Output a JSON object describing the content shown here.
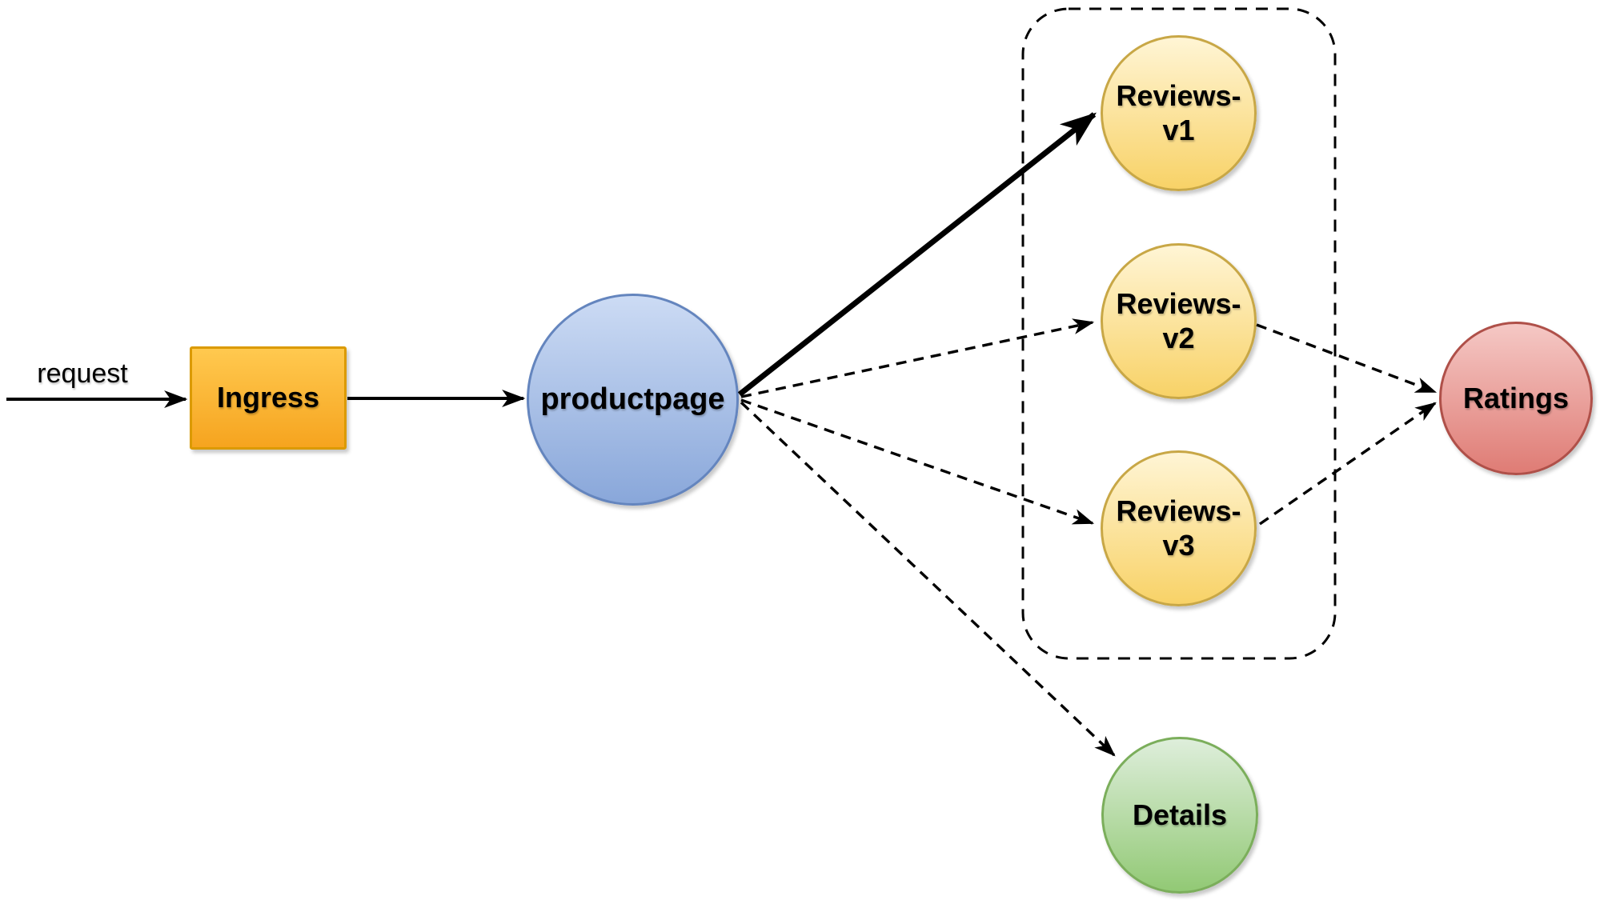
{
  "labels": {
    "request": "request"
  },
  "nodes": {
    "ingress": {
      "label": "Ingress",
      "shape": "rectangle",
      "fill_top": "#ffc94f",
      "fill_bottom": "#f6a41f",
      "border": "#db9a00"
    },
    "productpage": {
      "label": "productpage",
      "shape": "circle",
      "fill_top": "#ccdbf4",
      "fill_bottom": "#89a7da",
      "border": "#6485be"
    },
    "reviews_v1": {
      "label": "Reviews-\nv1",
      "shape": "circle",
      "fill_top": "#fff5d5",
      "fill_bottom": "#f8d267",
      "border": "#c8a746"
    },
    "reviews_v2": {
      "label": "Reviews-\nv2",
      "shape": "circle",
      "fill_top": "#fff5d5",
      "fill_bottom": "#f8d267",
      "border": "#c8a746"
    },
    "reviews_v3": {
      "label": "Reviews-\nv3",
      "shape": "circle",
      "fill_top": "#fff5d5",
      "fill_bottom": "#f8d267",
      "border": "#c8a746"
    },
    "ratings": {
      "label": "Ratings",
      "shape": "circle",
      "fill_top": "#f5c8c5",
      "fill_bottom": "#df7c75",
      "border": "#af5049"
    },
    "details": {
      "label": "Details",
      "shape": "circle",
      "fill_top": "#deeedb",
      "fill_bottom": "#92c975",
      "border": "#7bae5b"
    }
  },
  "groups": {
    "reviews_cluster": {
      "contains": [
        "reviews_v1",
        "reviews_v2",
        "reviews_v3"
      ],
      "style": "dashed-rounded-rectangle"
    }
  },
  "edges": [
    {
      "from": "external",
      "to": "ingress",
      "style": "solid",
      "label": "request"
    },
    {
      "from": "ingress",
      "to": "productpage",
      "style": "solid",
      "label": ""
    },
    {
      "from": "productpage",
      "to": "reviews_v1",
      "style": "solid-bold",
      "label": ""
    },
    {
      "from": "productpage",
      "to": "reviews_v2",
      "style": "dashed",
      "label": ""
    },
    {
      "from": "productpage",
      "to": "reviews_v3",
      "style": "dashed",
      "label": ""
    },
    {
      "from": "productpage",
      "to": "details",
      "style": "dashed",
      "label": ""
    },
    {
      "from": "reviews_v2",
      "to": "ratings",
      "style": "dashed",
      "label": ""
    },
    {
      "from": "reviews_v3",
      "to": "ratings",
      "style": "dashed",
      "label": ""
    }
  ],
  "colors": {
    "background": "#ffffff",
    "edge": "#000000",
    "text": "#000000"
  }
}
